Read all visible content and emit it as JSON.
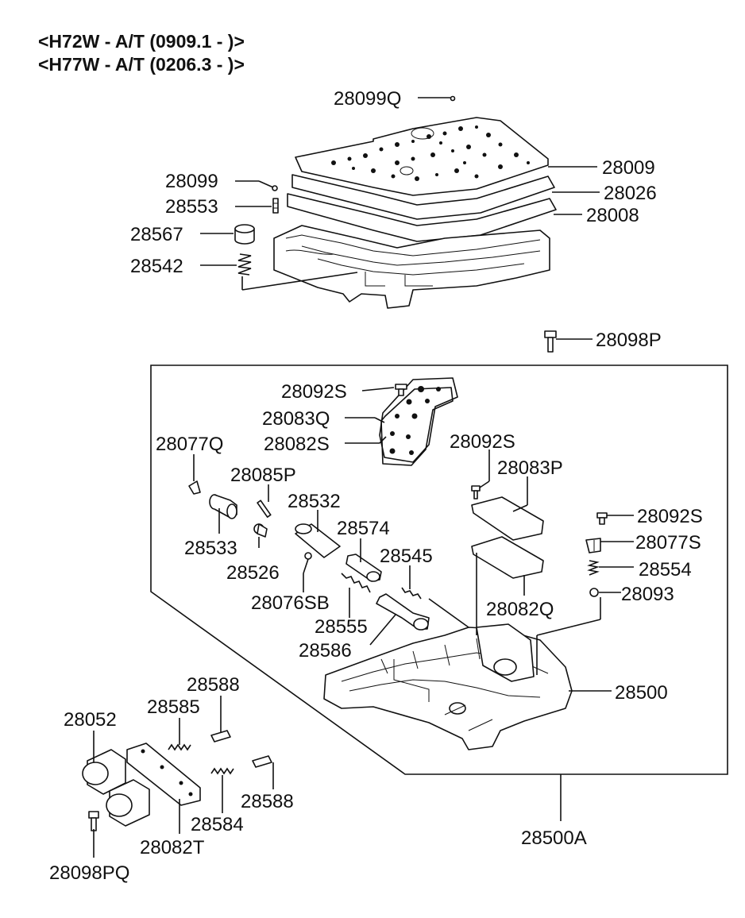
{
  "header": {
    "line1": "<H72W - A/T (0909.1 - )>",
    "line2": "<H77W - A/T (0206.3 - )>"
  },
  "labels": {
    "p28099Q": "28099Q",
    "p28009": "28009",
    "p28099": "28099",
    "p28026": "28026",
    "p28553": "28553",
    "p28008": "28008",
    "p28567": "28567",
    "p28542": "28542",
    "p28098P": "28098P",
    "p28092S_a": "28092S",
    "p28083Q": "28083Q",
    "p28082S": "28082S",
    "p28092S_b": "28092S",
    "p28077Q": "28077Q",
    "p28083P": "28083P",
    "p28085P": "28085P",
    "p28532": "28532",
    "p28092S_c": "28092S",
    "p28574": "28574",
    "p28077S": "28077S",
    "p28533": "28533",
    "p28545": "28545",
    "p28554": "28554",
    "p28526": "28526",
    "p28093": "28093",
    "p28076SB": "28076SB",
    "p28082Q": "28082Q",
    "p28555": "28555",
    "p28586": "28586",
    "p28500": "28500",
    "p28588_a": "28588",
    "p28585": "28585",
    "p28052": "28052",
    "p28588_b": "28588",
    "p28584": "28584",
    "p28082T": "28082T",
    "p28500A": "28500A",
    "p28098PQ": "28098PQ"
  }
}
